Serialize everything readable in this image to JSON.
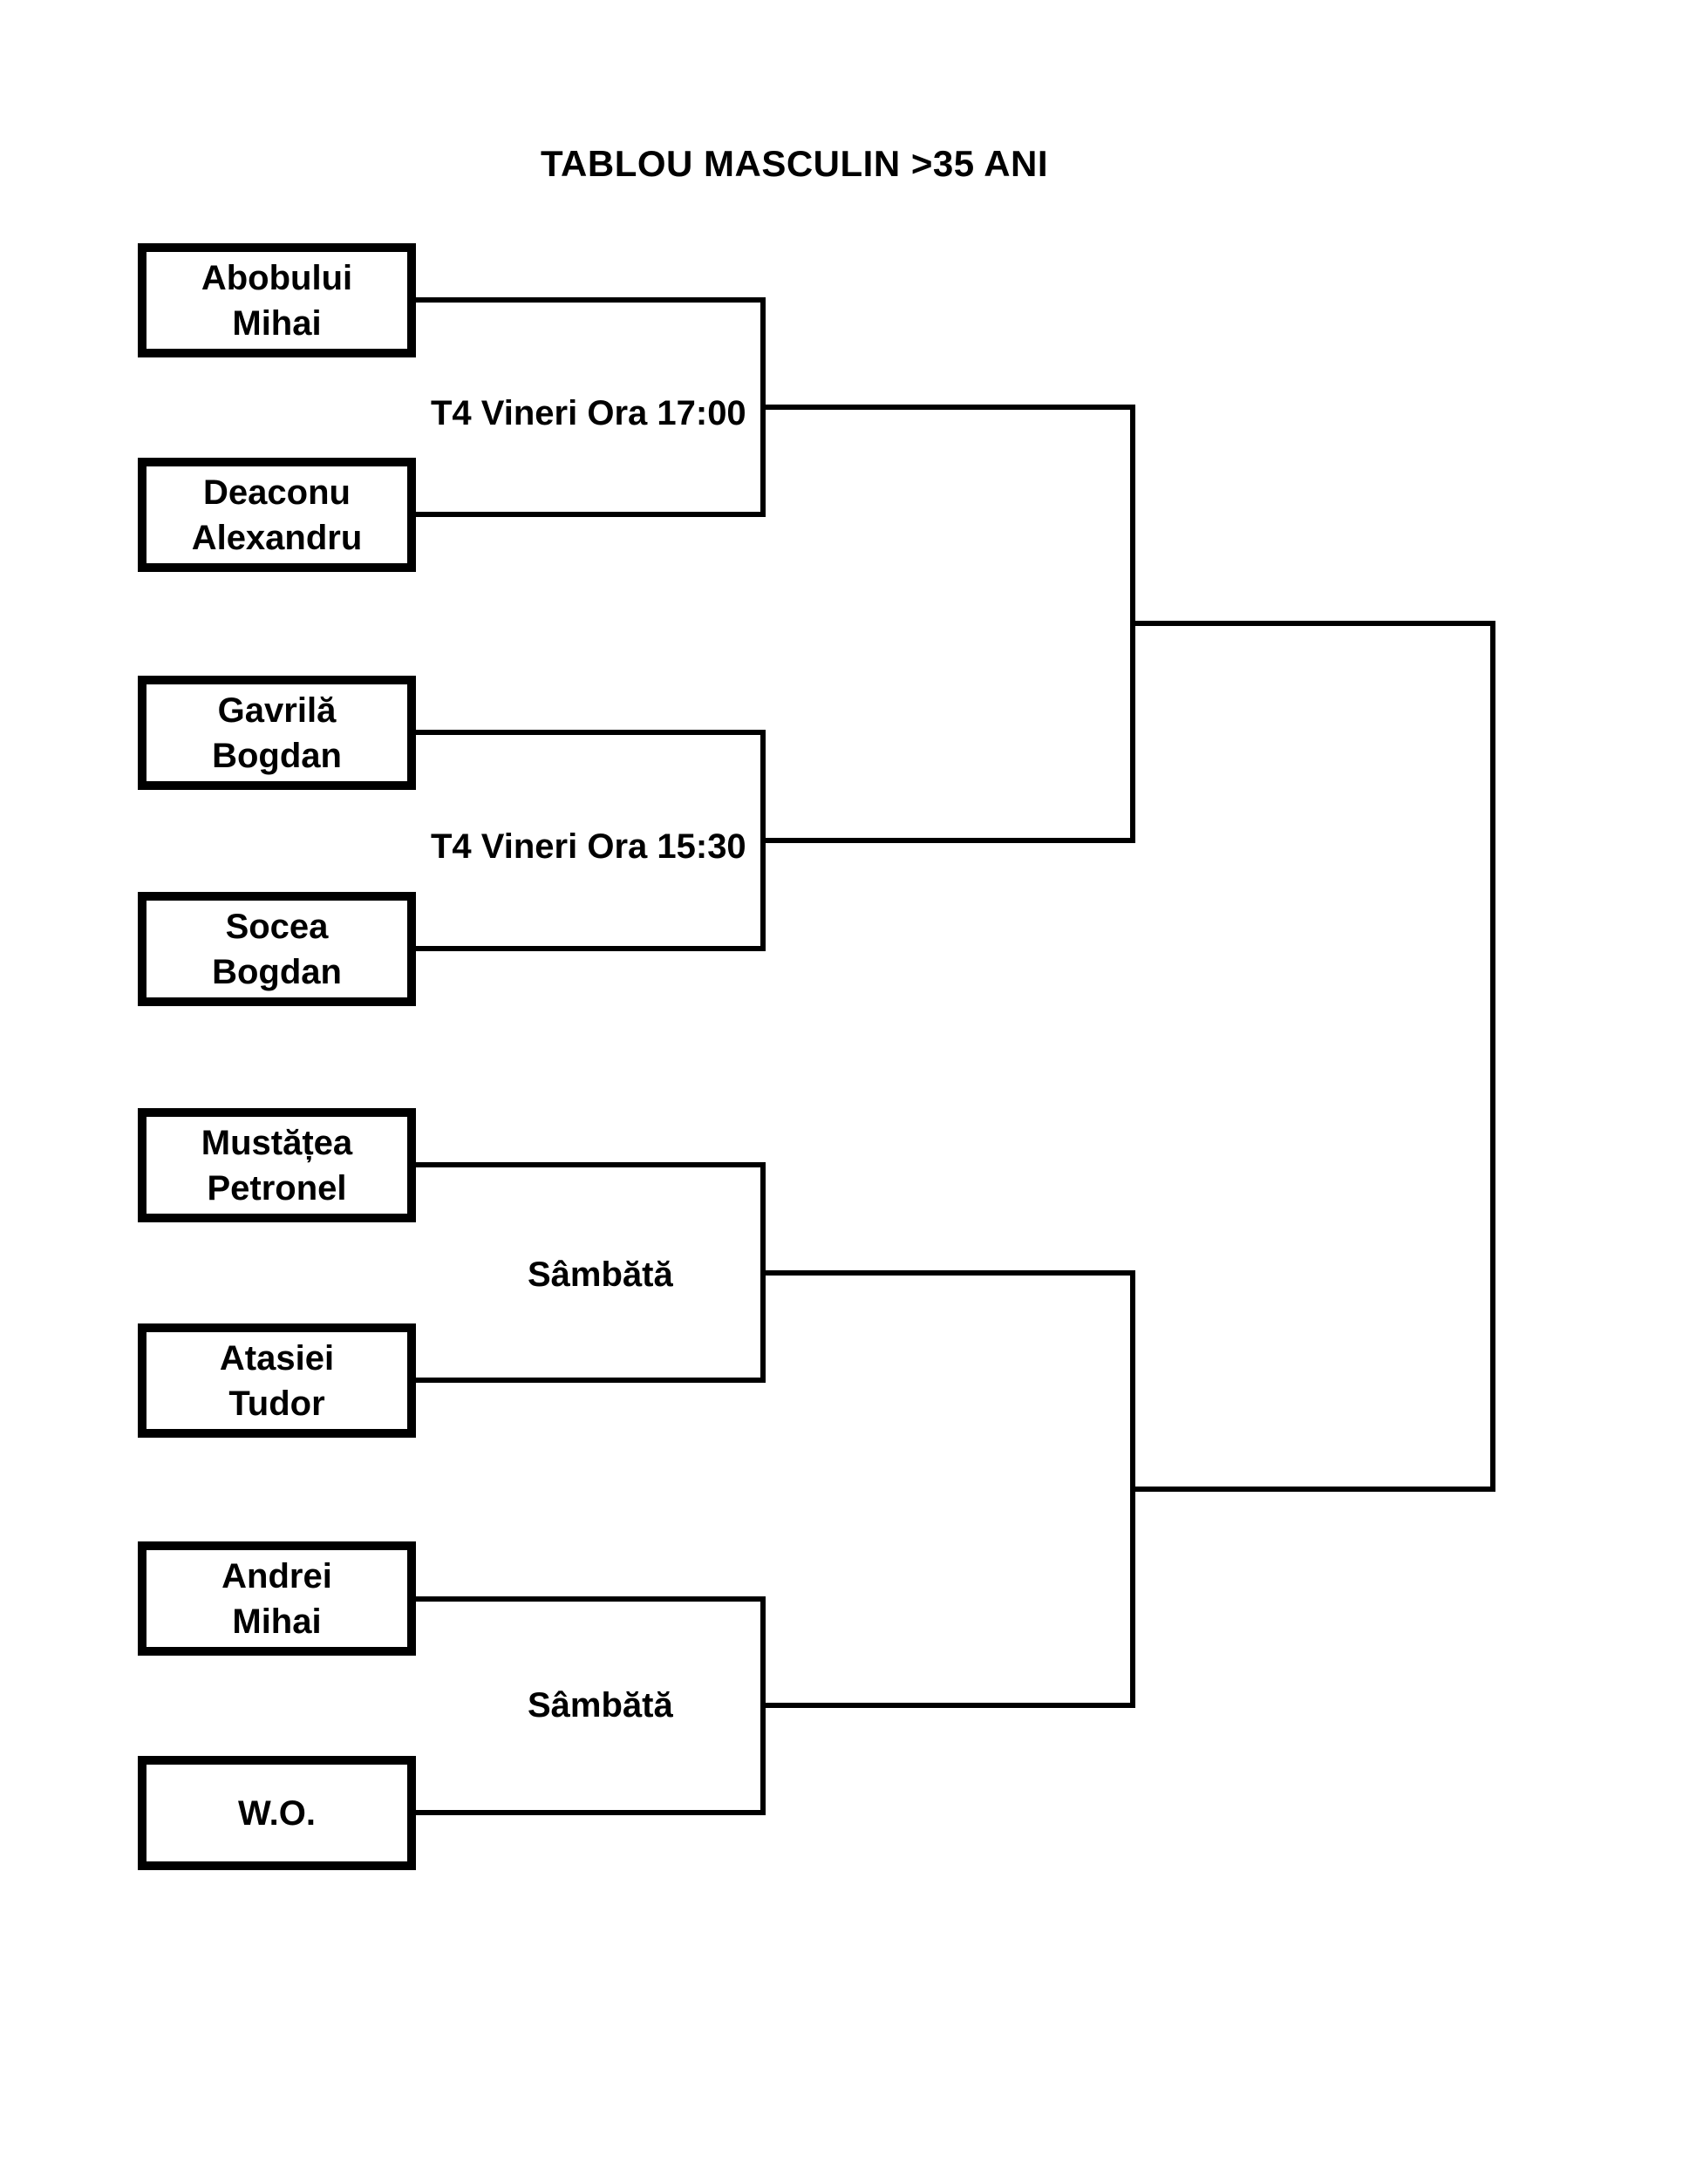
{
  "title": "TABLOU MASCULIN >35 ANI",
  "players": [
    {
      "lines": [
        "Abobului",
        "Mihai"
      ]
    },
    {
      "lines": [
        "Deaconu",
        "Alexandru"
      ]
    },
    {
      "lines": [
        "Gavrilă",
        "Bogdan"
      ]
    },
    {
      "lines": [
        "Socea",
        "Bogdan"
      ]
    },
    {
      "lines": [
        "Mustățea",
        "Petronel"
      ]
    },
    {
      "lines": [
        "Atasiei",
        "Tudor"
      ]
    },
    {
      "lines": [
        "Andrei",
        "Mihai"
      ]
    },
    {
      "lines": [
        "W.O."
      ]
    }
  ],
  "matches": [
    {
      "label": "T4 Vineri Ora 17:00"
    },
    {
      "label": "T4 Vineri Ora 15:30"
    },
    {
      "label": "Sâmbătă"
    },
    {
      "label": "Sâmbătă"
    }
  ],
  "colors": {
    "line": "#000000",
    "text": "#000000",
    "background": "#ffffff"
  }
}
